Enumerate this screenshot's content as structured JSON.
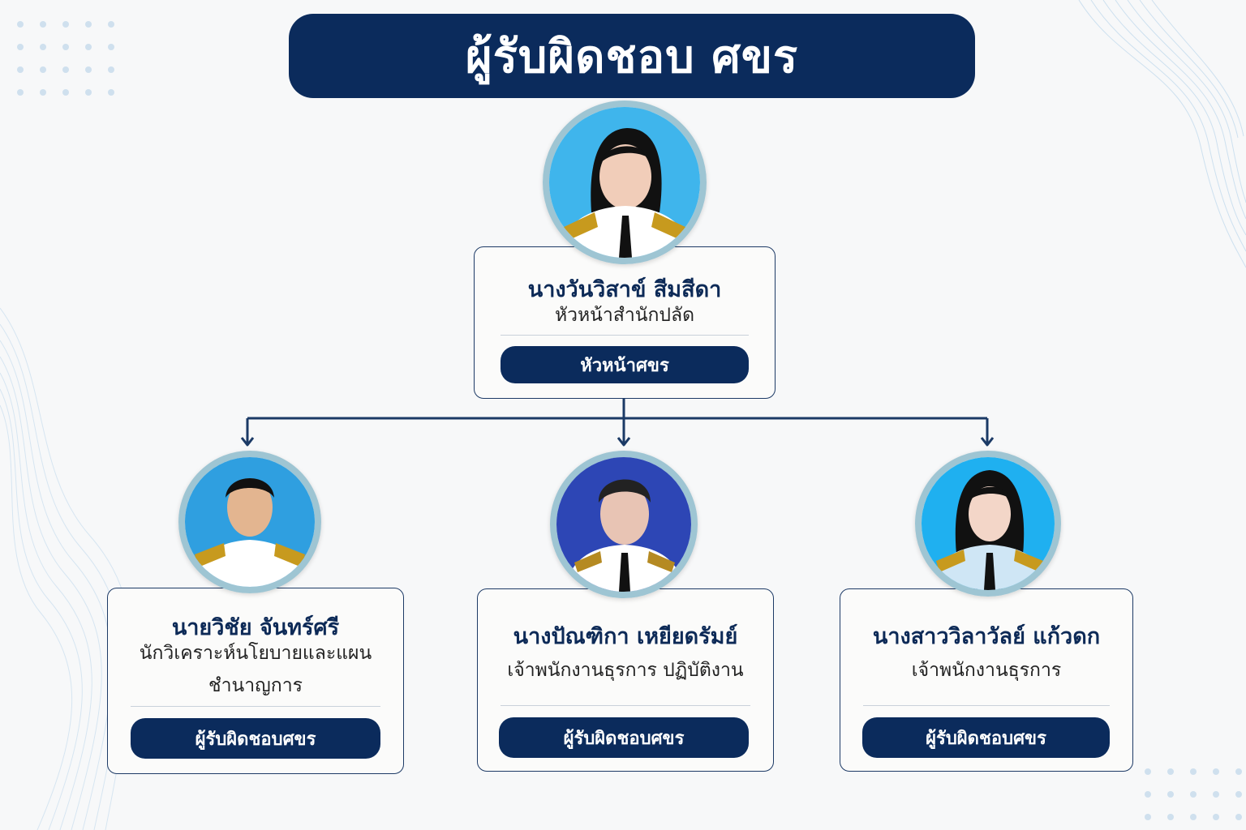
{
  "title": "ผู้รับผิดชอบ ศขร",
  "colors": {
    "navy": "#0b2b5c",
    "frame": "#9ec5d3",
    "photo_bg_light": "#3fb5ec",
    "photo_bg_dark": "#2d46b5"
  },
  "head": {
    "name": "นางวันวิสาข์ สีมสีดา",
    "position": "หัวหน้าสำนักปลัด",
    "role": "หัวหน้าศขร"
  },
  "members": [
    {
      "name": "นายวิชัย จันทร์ศรี",
      "position_line1": "นักวิเคราะห์นโยบายและแผน",
      "position_line2": "ชำนาญการ",
      "role": "ผู้รับผิดชอบศขร"
    },
    {
      "name": "นางปัณฑิกา เหยียดรัมย์",
      "position_line1": "เจ้าพนักงานธุรการ ปฏิบัติงาน",
      "role": "ผู้รับผิดชอบศขร"
    },
    {
      "name": "นางสาววิลาวัลย์ แก้วดก",
      "position_line1": "เจ้าพนักงานธุรการ",
      "role": "ผู้รับผิดชอบศขร"
    }
  ]
}
